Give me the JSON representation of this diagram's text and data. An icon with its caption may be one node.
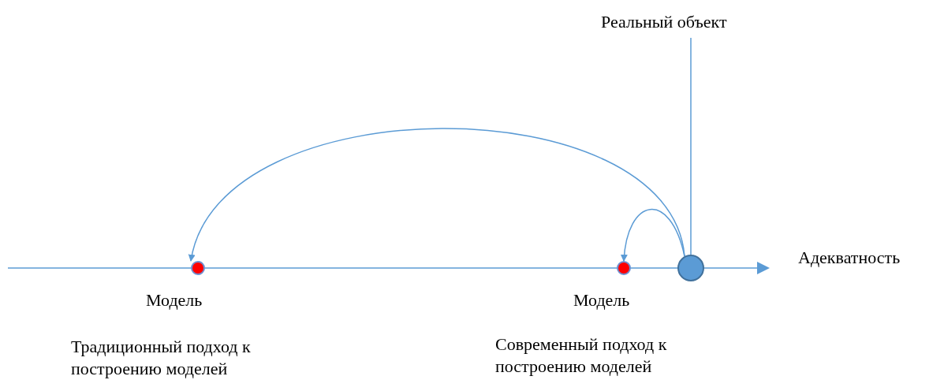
{
  "diagram": {
    "nodes": [
      {
        "text": [
          "Реальный объект"
        ]
      },
      {
        "text": [],
        "shape": "circle"
      },
      {
        "text": [
          "Модель"
        ],
        "beside": [
          "Традиционный подход к построению моделей"
        ]
      },
      {
        "text": [
          "Модель"
        ],
        "beside": [
          "Современный подход к построению моделей"
        ]
      }
    ],
    "edges": [
      {
        "from": 0,
        "to": 1,
        "arrow": "none"
      },
      {
        "from": 1,
        "to": 2,
        "arrow": "to"
      },
      {
        "from": 1,
        "to": 3,
        "arrow": "to"
      }
    ],
    "labels": [
      "Адекватность"
    ]
  }
}
